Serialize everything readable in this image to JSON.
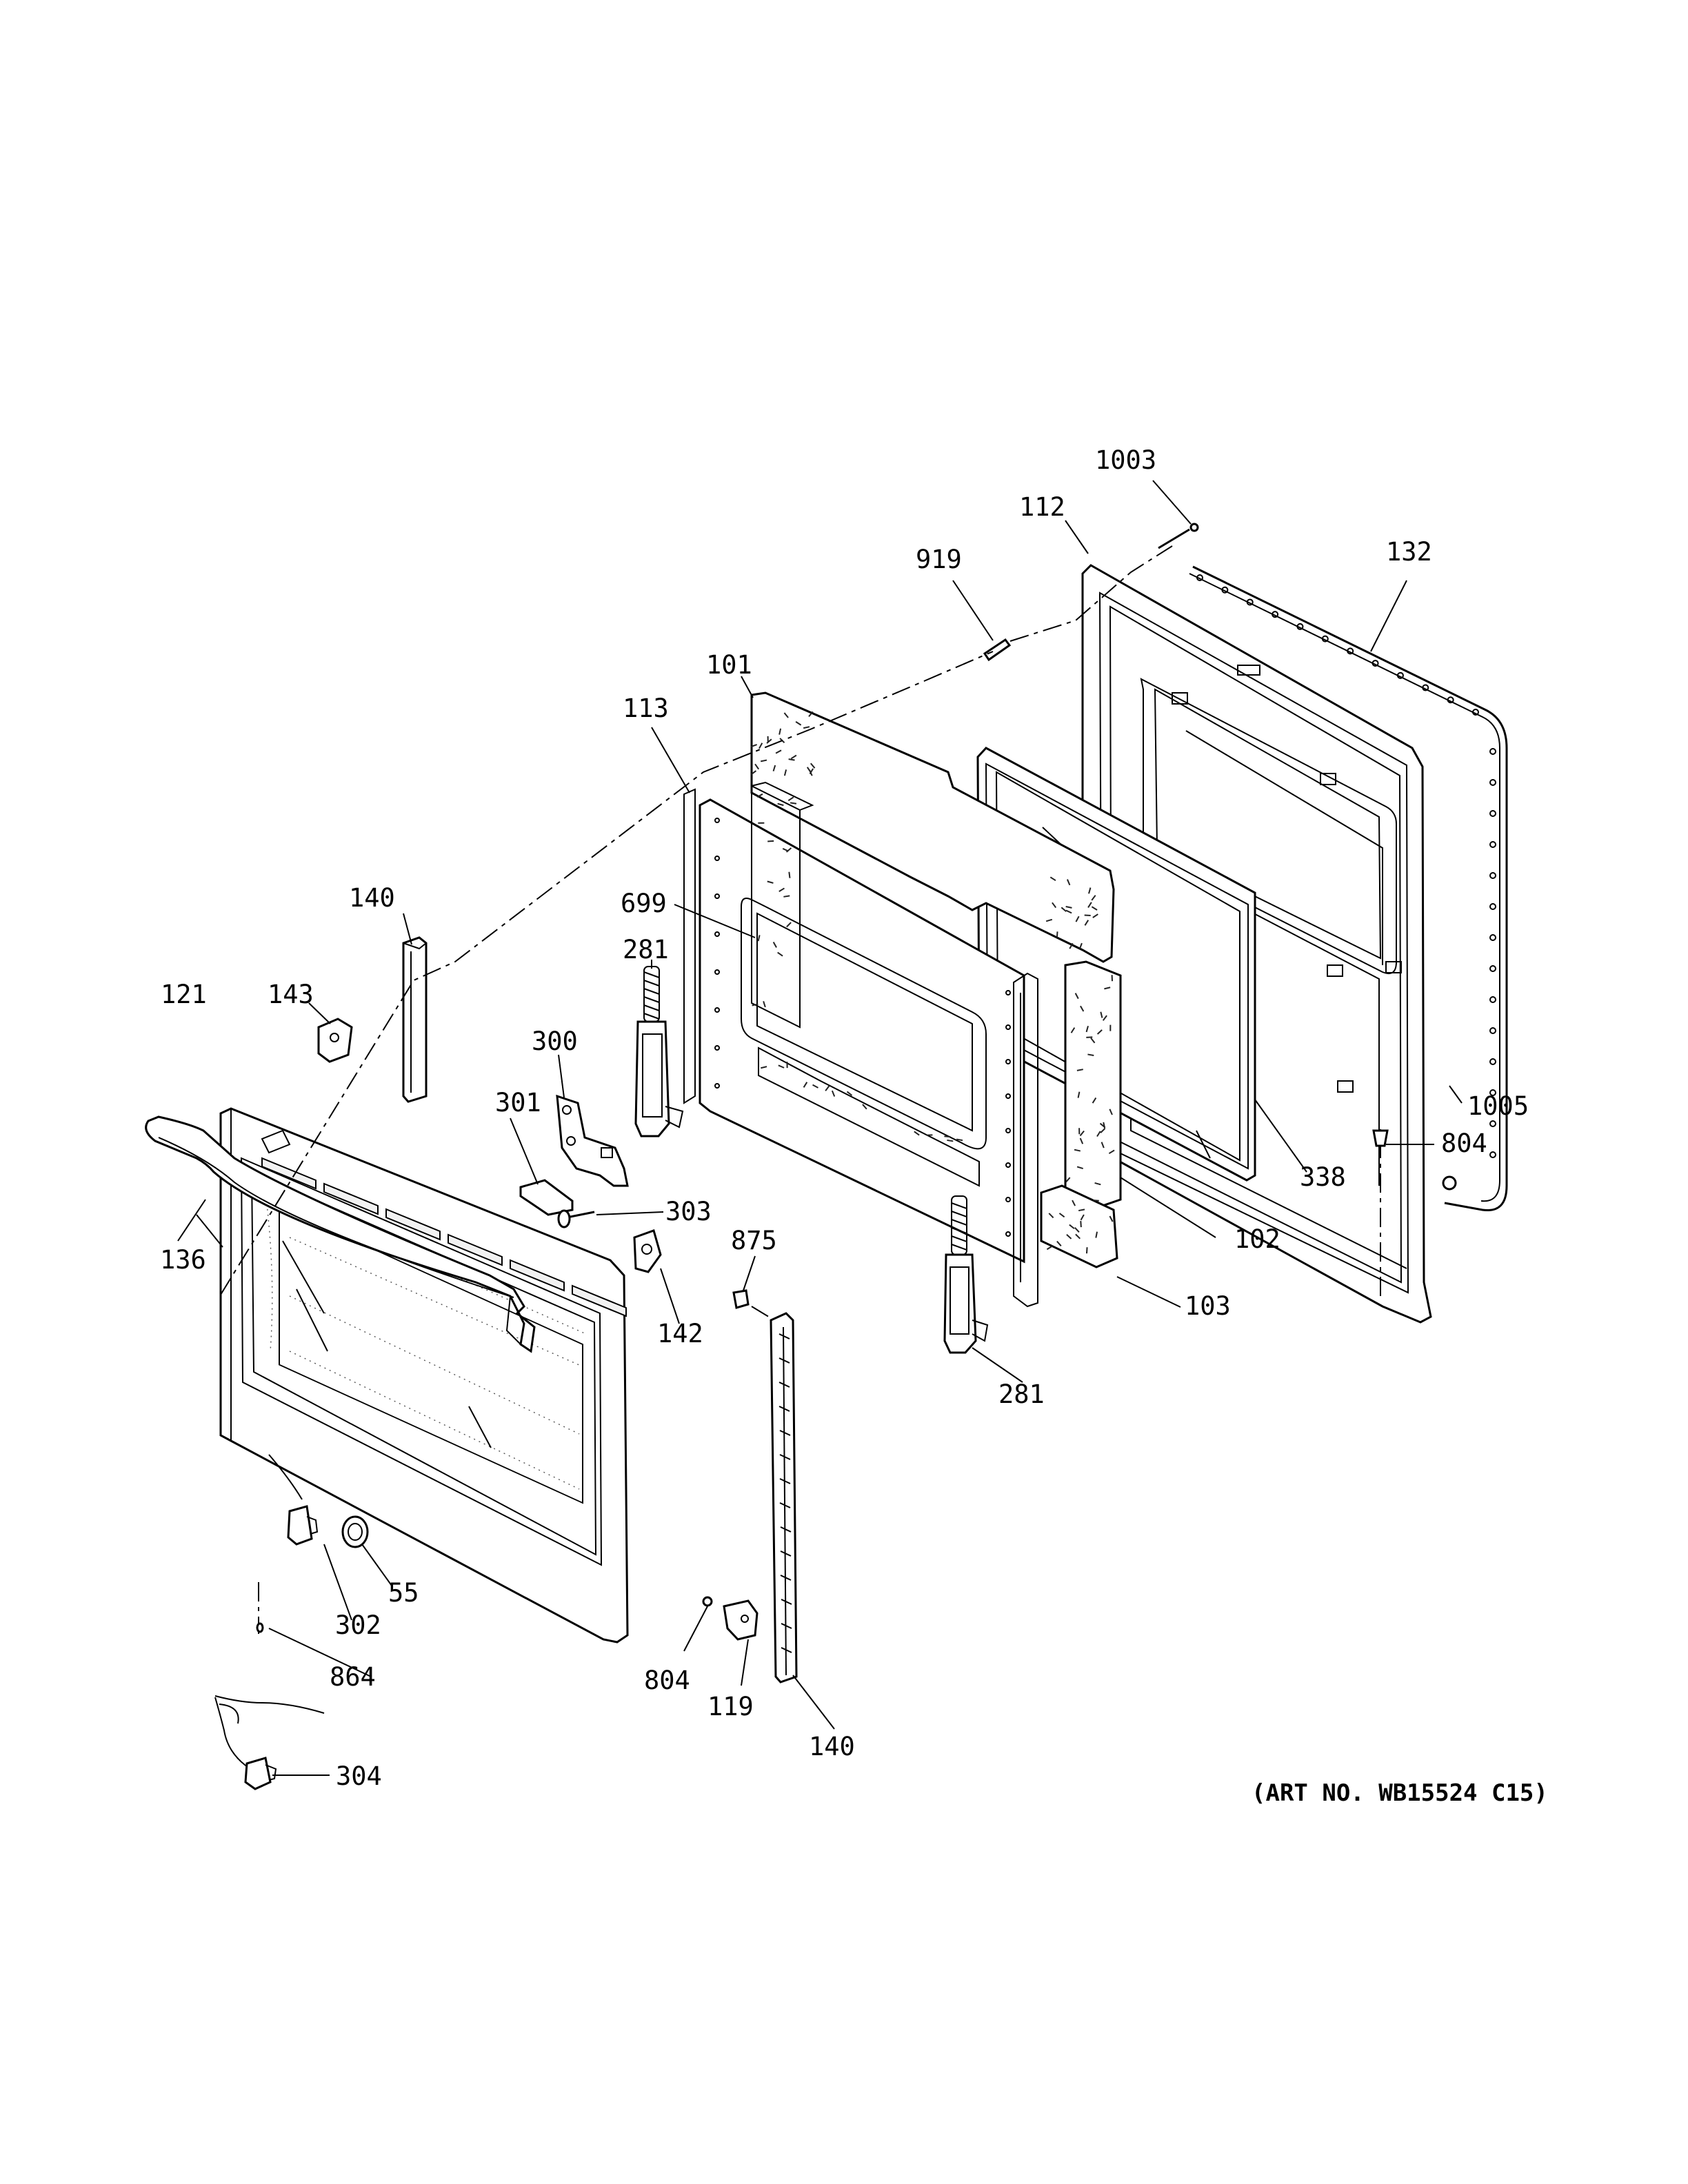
{
  "diagram": {
    "art_number": "(ART NO. WB15524 C15)",
    "callouts": [
      {
        "id": "c1003",
        "label": "1003"
      },
      {
        "id": "c112",
        "label": "112"
      },
      {
        "id": "c132",
        "label": "132"
      },
      {
        "id": "c919",
        "label": "919"
      },
      {
        "id": "c101",
        "label": "101"
      },
      {
        "id": "c113",
        "label": "113"
      },
      {
        "id": "c140a",
        "label": "140"
      },
      {
        "id": "c699",
        "label": "699"
      },
      {
        "id": "c281a",
        "label": "281"
      },
      {
        "id": "c121",
        "label": "121"
      },
      {
        "id": "c143",
        "label": "143"
      },
      {
        "id": "c300",
        "label": "300"
      },
      {
        "id": "c301",
        "label": "301"
      },
      {
        "id": "c303",
        "label": "303"
      },
      {
        "id": "c1005",
        "label": "1005"
      },
      {
        "id": "c804a",
        "label": "804"
      },
      {
        "id": "c338",
        "label": "338"
      },
      {
        "id": "c136",
        "label": "136"
      },
      {
        "id": "c875",
        "label": "875"
      },
      {
        "id": "c102",
        "label": "102"
      },
      {
        "id": "c142",
        "label": "142"
      },
      {
        "id": "c103",
        "label": "103"
      },
      {
        "id": "c281b",
        "label": "281"
      },
      {
        "id": "c55",
        "label": "55"
      },
      {
        "id": "c302",
        "label": "302"
      },
      {
        "id": "c864",
        "label": "864"
      },
      {
        "id": "c804b",
        "label": "804"
      },
      {
        "id": "c119",
        "label": "119"
      },
      {
        "id": "c140b",
        "label": "140"
      },
      {
        "id": "c304",
        "label": "304"
      }
    ]
  }
}
